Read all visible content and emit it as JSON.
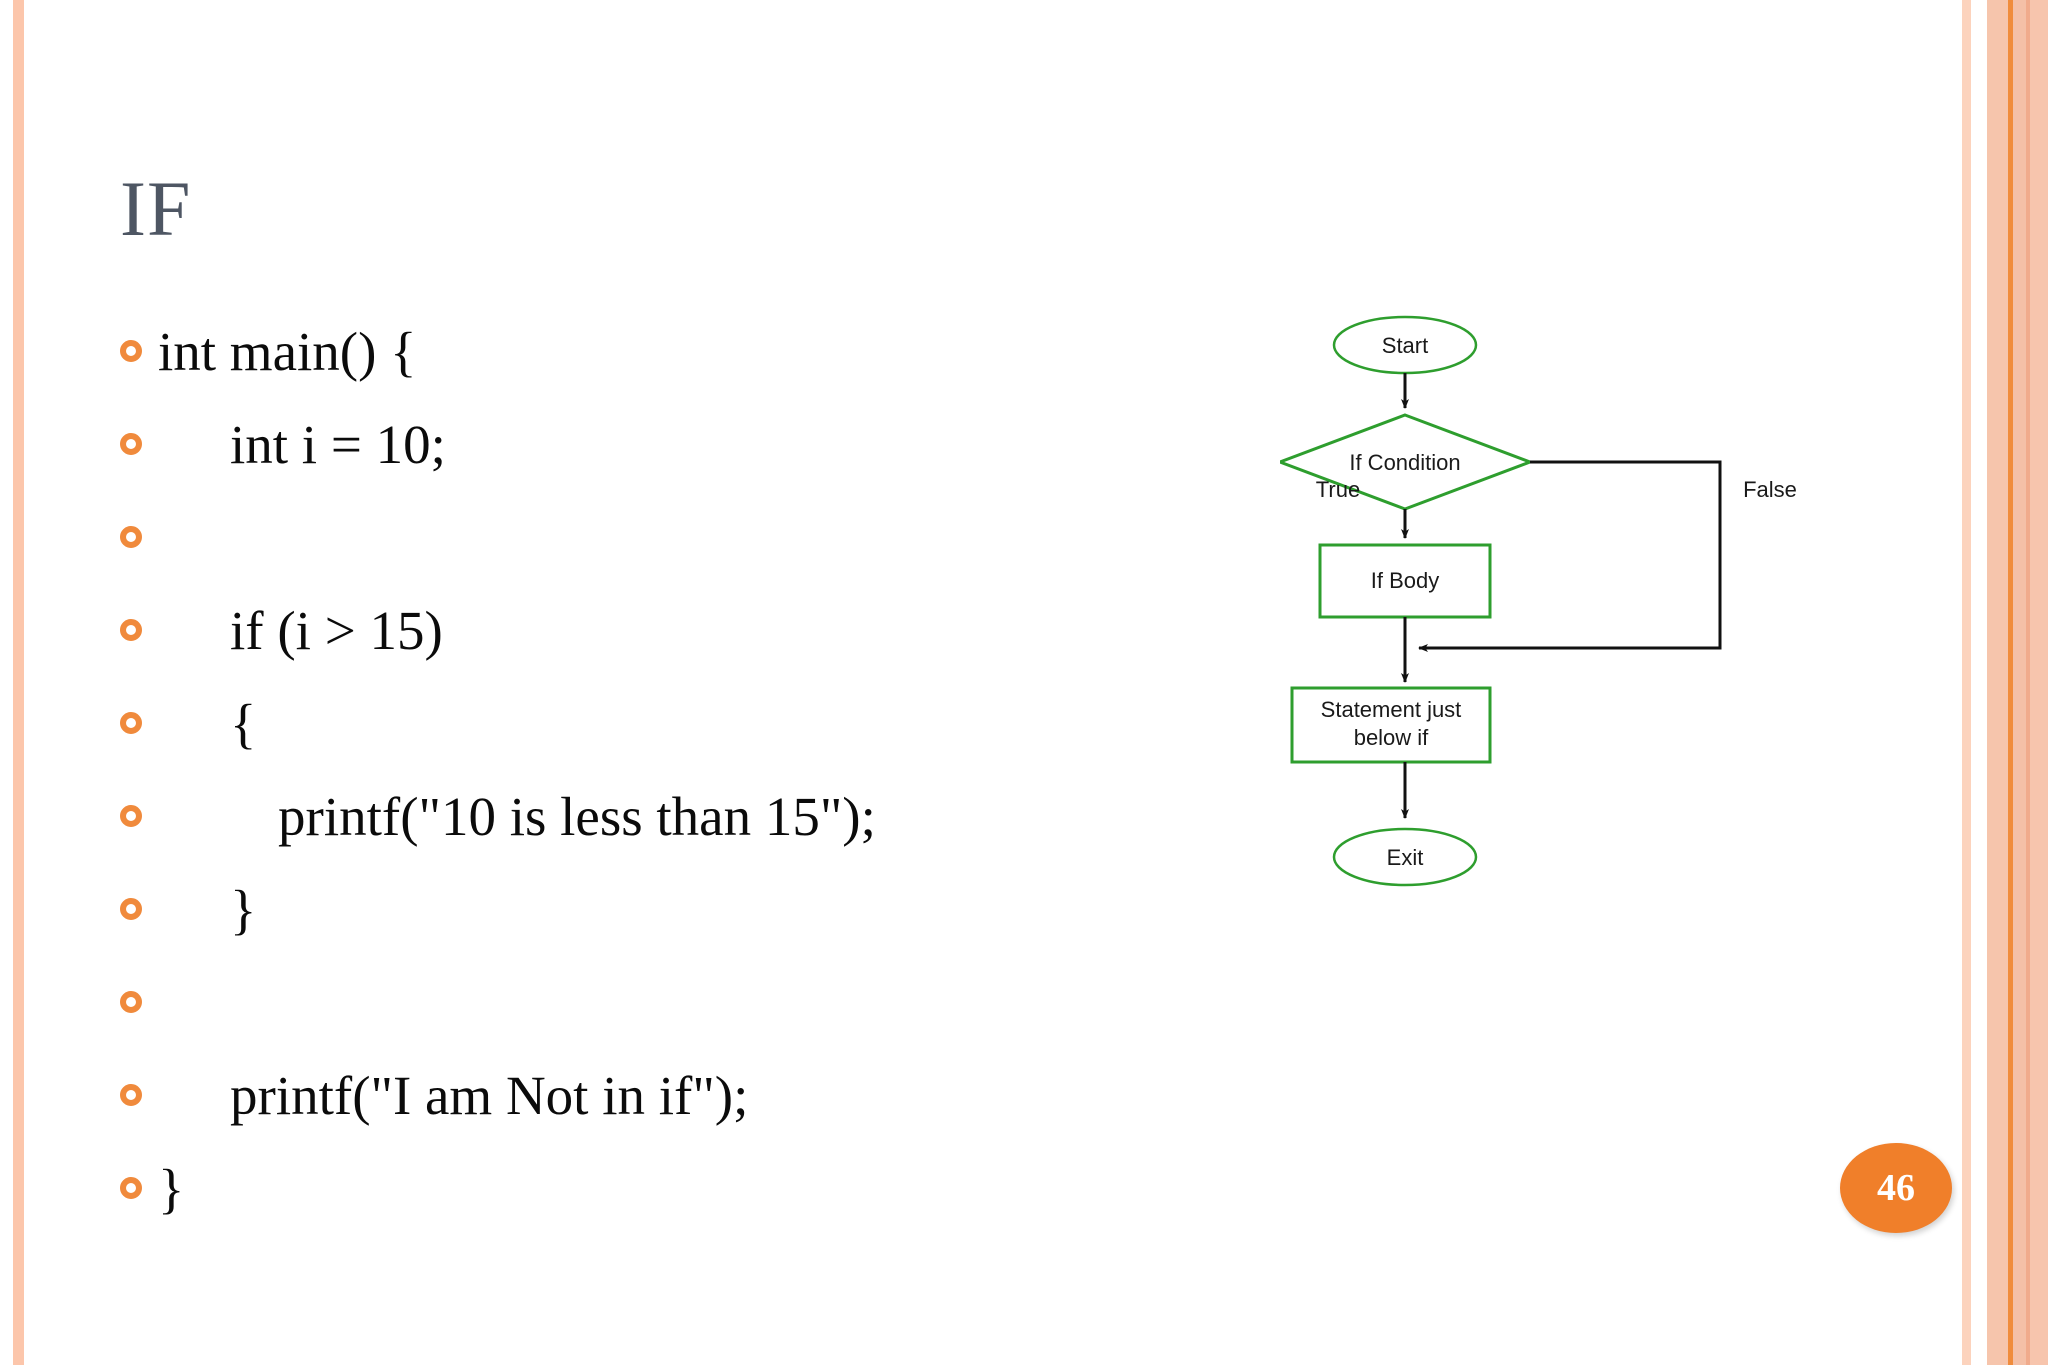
{
  "slide": {
    "title": "IF",
    "page_number": "46",
    "accent_color": "#f08a3c",
    "title_color": "#4e5663",
    "flow_shape_color": "#2e9e2e",
    "flow_line_color": "#111111",
    "stripe_color": "#fcc6ab"
  },
  "code_lines": [
    {
      "text": "int main() {",
      "indent": 0
    },
    {
      "text": "int i = 10;",
      "indent": 1
    },
    {
      "text": "",
      "indent": 0
    },
    {
      "text": "if (i > 15)",
      "indent": 1
    },
    {
      "text": "{",
      "indent": 1
    },
    {
      "text": "printf(\"10 is less than 15\");",
      "indent": 2
    },
    {
      "text": "}",
      "indent": 1
    },
    {
      "text": "",
      "indent": 0
    },
    {
      "text": "printf(\"I am Not in if\");",
      "indent": 1
    },
    {
      "text": "}",
      "indent": 0
    }
  ],
  "flowchart": {
    "type": "flowchart",
    "nodes": [
      {
        "id": "start",
        "label": "Start",
        "shape": "ellipse"
      },
      {
        "id": "condition",
        "label": "If Condition",
        "shape": "diamond"
      },
      {
        "id": "ifbody",
        "label": "If Body",
        "shape": "rectangle"
      },
      {
        "id": "stmt",
        "label": "Statement just\nbelow if",
        "shape": "rectangle"
      },
      {
        "id": "exit",
        "label": "Exit",
        "shape": "ellipse"
      }
    ],
    "edge_labels": {
      "true_label": "True",
      "false_label": "False"
    },
    "stmt_line1": "Statement just",
    "stmt_line2": "below if"
  }
}
